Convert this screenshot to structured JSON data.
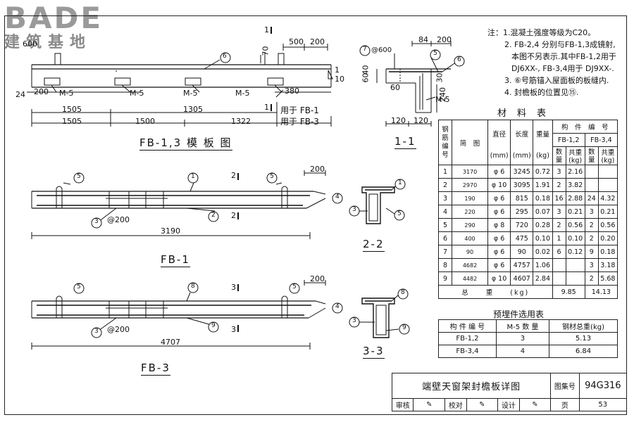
{
  "watermark": {
    "line1": "BADE",
    "line2": "建筑基地"
  },
  "notes": [
    "注：1.混凝土强度等级为C20。",
    "2. FB-2,4 分别与FB-1,3成镜射,",
    "本图不另表示.其中FB-1,2用于",
    "DJ6XX-, FB-3,4用于 DJ9XX-.",
    "3. ⑥号筋锚入屋面板的板缝内.",
    "4. 封檐板的位置见⑮."
  ],
  "material_table": {
    "title": "材　料　表",
    "headers": {
      "bar_no": "钢筋编号",
      "sketch": "简　图",
      "dia": "直径",
      "dia_unit": "(mm)",
      "len": "长度",
      "len_unit": "(mm)",
      "wt": "重量",
      "wt_unit": "(kg)",
      "member_no": "构　件　编　号",
      "grp1": "FB-1,2",
      "grp2": "FB-3,4",
      "qty": "数量",
      "tot": "共重",
      "tot_unit": "(kg)"
    },
    "rows": [
      {
        "no": "1",
        "sketch": "3170",
        "dia": "φ 6",
        "len": "3245",
        "wt": "0.72",
        "q1": "3",
        "t1": "2.16",
        "q2": "",
        "t2": ""
      },
      {
        "no": "2",
        "sketch": "2970",
        "dia": "φ 10",
        "len": "3095",
        "wt": "1.91",
        "q1": "2",
        "t1": "3.82",
        "q2": "",
        "t2": ""
      },
      {
        "no": "3",
        "sketch": "190",
        "dia": "φ 6",
        "len": "815",
        "wt": "0.18",
        "q1": "16",
        "t1": "2.88",
        "q2": "24",
        "t2": "4.32"
      },
      {
        "no": "4",
        "sketch": "220",
        "dia": "φ 6",
        "len": "295",
        "wt": "0.07",
        "q1": "3",
        "t1": "0.21",
        "q2": "3",
        "t2": "0.21"
      },
      {
        "no": "5",
        "sketch": "290",
        "dia": "φ 8",
        "len": "720",
        "wt": "0.28",
        "q1": "2",
        "t1": "0.56",
        "q2": "2",
        "t2": "0.56"
      },
      {
        "no": "6",
        "sketch": "400",
        "dia": "φ 6",
        "len": "475",
        "wt": "0.10",
        "q1": "1",
        "t1": "0.10",
        "q2": "2",
        "t2": "0.20"
      },
      {
        "no": "7",
        "sketch": "90",
        "dia": "φ 6",
        "len": "90",
        "wt": "0.02",
        "q1": "6",
        "t1": "0.12",
        "q2": "9",
        "t2": "0.18"
      },
      {
        "no": "8",
        "sketch": "4682",
        "dia": "φ 6",
        "len": "4757",
        "wt": "1.06",
        "q1": "",
        "t1": "",
        "q2": "3",
        "t2": "3.18"
      },
      {
        "no": "9",
        "sketch": "4482",
        "dia": "φ 10",
        "len": "4607",
        "wt": "2.84",
        "q1": "",
        "t1": "",
        "q2": "2",
        "t2": "5.68"
      }
    ],
    "total_label": "总　　重　　(kg)",
    "total1": "9.85",
    "total2": "14.13"
  },
  "embed_table": {
    "title": "预埋件选用表",
    "h1": "构 件 编 号",
    "h2": "M-5 数 量",
    "h3": "钢材总重(kg)",
    "rows": [
      {
        "member": "FB-1,2",
        "qty": "3",
        "wt": "5.13"
      },
      {
        "member": "FB-3,4",
        "qty": "4",
        "wt": "6.84"
      }
    ]
  },
  "title_block": {
    "title": "端壁天窗架封檐板详图",
    "atlas_label": "图集号",
    "atlas_no": "94G316",
    "review": "审核",
    "check": "校对",
    "design": "设计",
    "page_label": "页",
    "page_no": "53"
  },
  "drawings": {
    "fb13": {
      "title": "FB-1,3 模 板 图",
      "dims_top": [
        "500",
        "200",
        "70",
        "600"
      ],
      "m5": "M-5",
      "left_24": "24",
      "left_200": "200",
      "right_380": "380",
      "dim_row1": [
        "1505",
        "1305"
      ],
      "dim_row2": [
        "1505",
        "1500",
        "1322"
      ],
      "use1": "用于 FB-1",
      "use3": "用于 FB-3",
      "cut": "1",
      "cut10": "10",
      "circle6": "6"
    },
    "sec11": {
      "title": "1-1",
      "d600": "@600",
      "d84": "84",
      "d200": "200",
      "d40": "40",
      "d60": "60",
      "d60b": "60",
      "d30": "30",
      "d240": "240",
      "d120a": "120",
      "d120b": "120",
      "m5": "M-5",
      "c7": "7",
      "c5": "5",
      "c6": "6"
    },
    "fb1": {
      "title": "FB-1",
      "spacing": "@200",
      "length": "3190",
      "d200": "200",
      "cut": "2",
      "c1": "1",
      "c2": "2",
      "c3": "3",
      "c4": "4",
      "c5": "5"
    },
    "sec22": {
      "title": "2-2",
      "c1": "1",
      "c3": "3",
      "c5": "5"
    },
    "fb3": {
      "title": "FB-3",
      "spacing": "@200",
      "length": "4707",
      "d200": "200",
      "cut": "3",
      "c3": "3",
      "c4": "4",
      "c5": "5",
      "c8": "8",
      "c9": "9"
    },
    "sec33": {
      "title": "3-3",
      "c3": "3",
      "c8": "8",
      "c9": "9"
    }
  }
}
